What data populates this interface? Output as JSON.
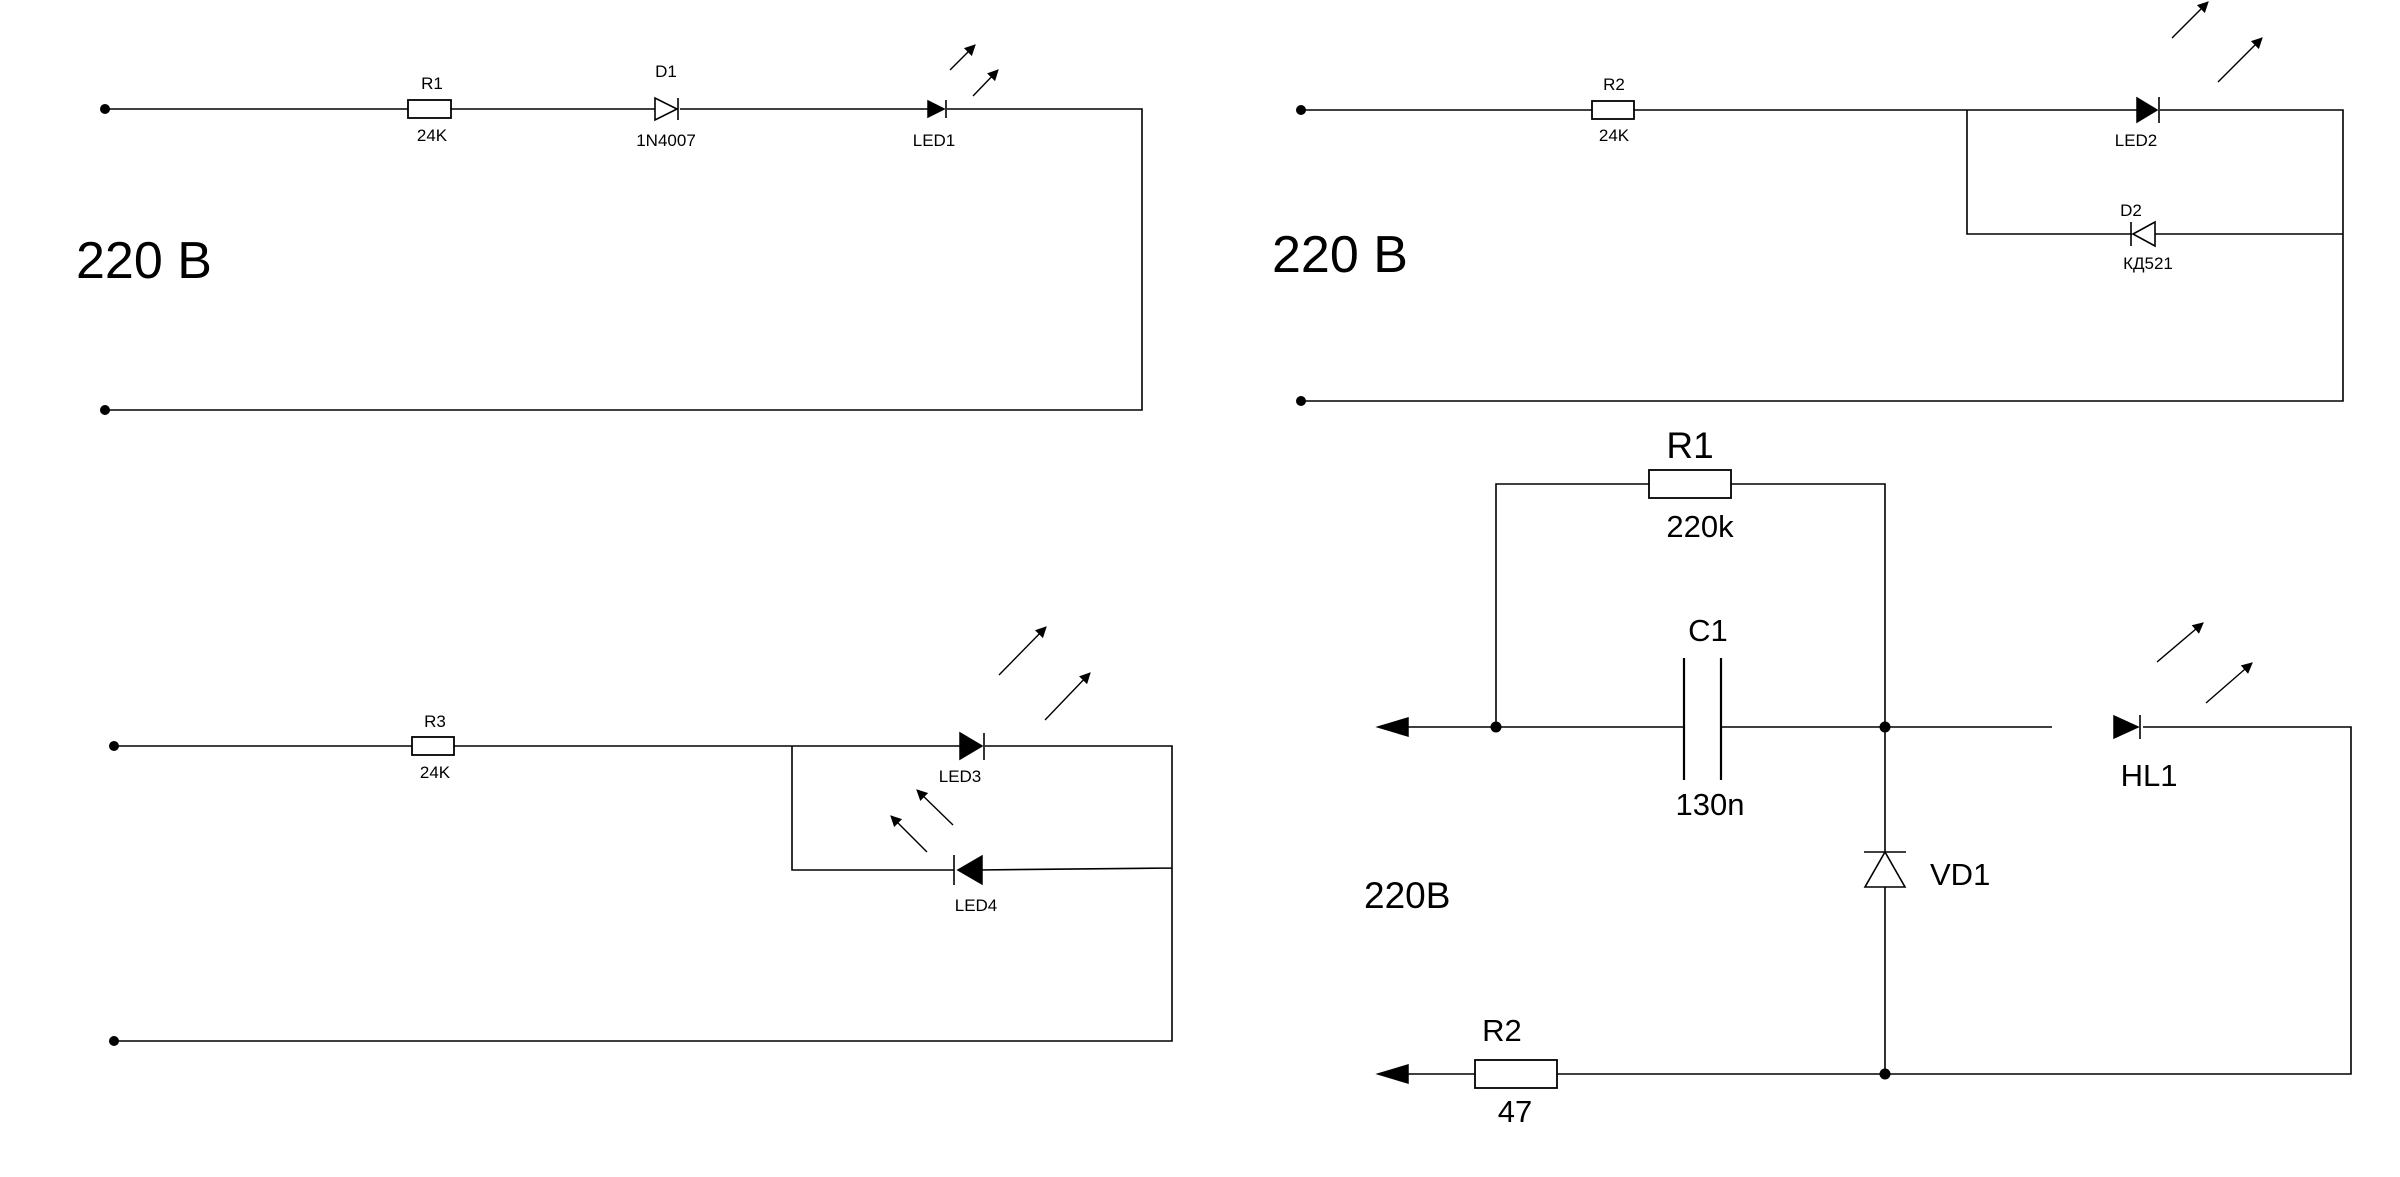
{
  "circuit1": {
    "supply_label": "220 В",
    "r1": {
      "ref": "R1",
      "value": "24K"
    },
    "d1": {
      "ref": "D1",
      "value": "1N4007"
    },
    "led": {
      "ref": "LED1"
    }
  },
  "circuit2": {
    "supply_label": "220 В",
    "r2": {
      "ref": "R2",
      "value": "24K"
    },
    "led": {
      "ref": "LED2"
    },
    "d2": {
      "ref": "D2",
      "value": "КД521"
    }
  },
  "circuit3": {
    "r3": {
      "ref": "R3",
      "value": "24K"
    },
    "led3": {
      "ref": "LED3"
    },
    "led4": {
      "ref": "LED4"
    }
  },
  "circuit4": {
    "supply_label": "220В",
    "r1": {
      "ref": "R1",
      "value": "220k"
    },
    "c1": {
      "ref": "C1",
      "value": "130n"
    },
    "hl1": {
      "ref": "HL1"
    },
    "vd1": {
      "ref": "VD1"
    },
    "r2": {
      "ref": "R2",
      "value": "47"
    }
  }
}
